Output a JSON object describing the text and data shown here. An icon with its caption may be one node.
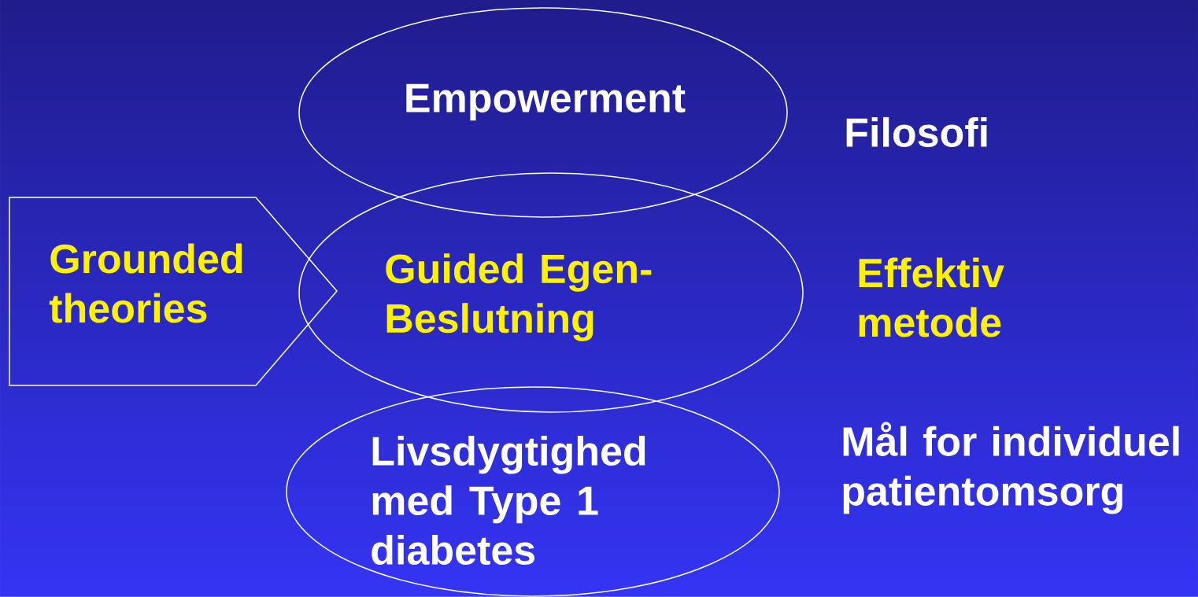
{
  "diagram": {
    "nodes": [
      {
        "text": [
          "Empowerment"
        ]
      },
      {
        "text": [
          "Grounded theories"
        ]
      },
      {
        "text": [
          "Guided Egen-Beslutning"
        ]
      },
      {
        "text": [
          "Livsdygtighed med Type 1 diabetes"
        ]
      }
    ],
    "labels": [
      "Filosofi",
      "Effektiv metode",
      "Mål for individuel patientomsorg"
    ]
  }
}
